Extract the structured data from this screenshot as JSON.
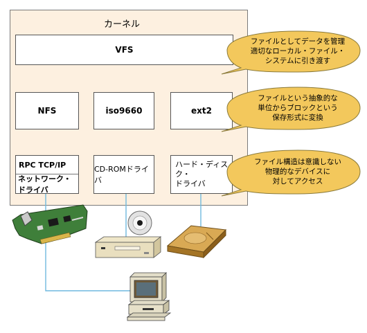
{
  "kernel": {
    "title": "カーネル"
  },
  "vfs": {
    "label": "VFS"
  },
  "filesystems": [
    {
      "label": "NFS"
    },
    {
      "label": "iso9660"
    },
    {
      "label": "ext2"
    }
  ],
  "drivers": {
    "network_protocol": "RPC TCP/IP",
    "network_driver": "ネットワーク・ドライバ",
    "cdrom_driver": "CD-ROMドライバ",
    "harddisk_driver_line1": "ハード・ディスク・",
    "harddisk_driver_line2": "ドライバ"
  },
  "callouts": [
    {
      "lines": [
        "ファイルとしてデータを管理",
        "適切なローカル・ファイル・",
        "システムに引き渡す"
      ]
    },
    {
      "lines": [
        "ファイルという抽象的な",
        "単位からブロックという",
        "保存形式に変換"
      ]
    },
    {
      "lines": [
        "ファイル構造は意識しない",
        "物理的なデバイスに",
        "対してアクセス"
      ]
    }
  ],
  "colors": {
    "kernel_bg": "#fdf0e0",
    "callout_fill": "#f3c85c",
    "connector": "#6fb9df"
  },
  "icons": [
    "network-card-icon",
    "cdrom-disc-icon",
    "cdrom-drive-icon",
    "hard-disk-icon",
    "computer-icon"
  ]
}
